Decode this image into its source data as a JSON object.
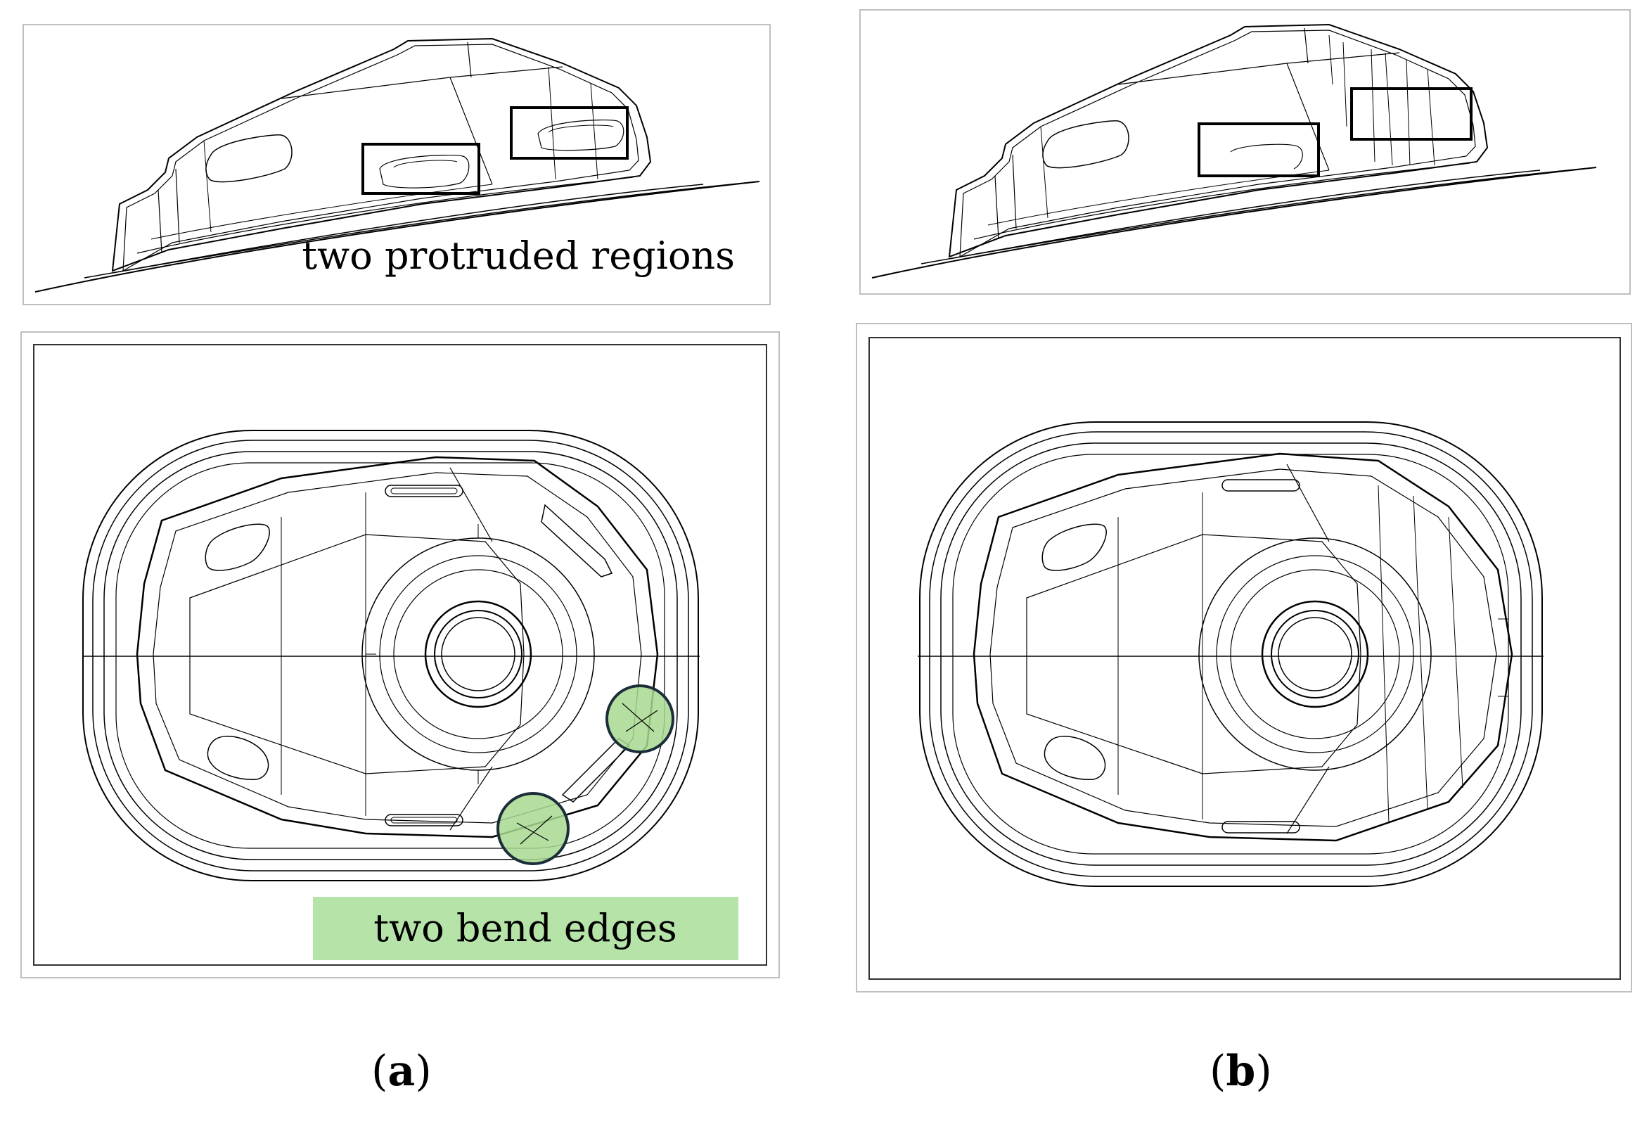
{
  "panel_a": {
    "label_open": "(",
    "label_letter": "a",
    "label_close": ")",
    "side_view_caption": "two protruded regions",
    "top_view_caption": "two bend edges",
    "highlight_color": "#b5e3a8",
    "callout_fill": "#a8d98f",
    "callout_stroke": "#1b2d3a"
  },
  "panel_b": {
    "label_open": "(",
    "label_letter": "b",
    "label_close": ")"
  }
}
